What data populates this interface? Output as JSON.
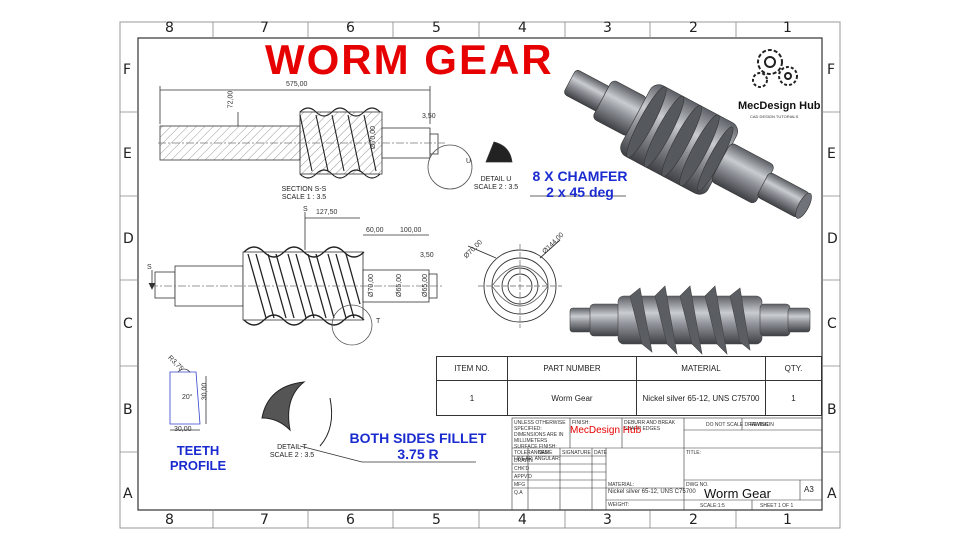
{
  "title": "WORM GEAR",
  "zones": {
    "columns": [
      "8",
      "7",
      "6",
      "5",
      "4",
      "3",
      "2",
      "1"
    ],
    "rows": [
      "F",
      "E",
      "D",
      "C",
      "B",
      "A"
    ]
  },
  "logo": {
    "name": "MecDesign Hub",
    "tagline": "CAD DESIGN TUTORIALS"
  },
  "views": {
    "section_label": "SECTION S-S",
    "section_scale": "SCALE 1 : 3.5",
    "detail_u_label": "DETAIL U",
    "detail_u_scale": "SCALE 2 : 3.5",
    "detail_t_label": "DETAIL T",
    "detail_t_scale": "SCALE 2 : 3.5",
    "detail_u_marker": "U",
    "detail_t_marker": "T",
    "section_marker_top": "S",
    "section_marker_left": "S"
  },
  "notes": {
    "chamfer_line1": "8 X CHAMFER",
    "chamfer_line2": "2 x 45 deg",
    "fillet_line1": "BOTH SIDES FILLET",
    "fillet_line2": "3.75 R",
    "teeth_profile": "TEETH PROFILE"
  },
  "dimensions": {
    "overall_length": "575,00",
    "tooth_height": "72,00",
    "top_right_step": "3,50",
    "top_dia": "Ø70,00",
    "offset": "127,50",
    "len_60": "60,00",
    "len_100": "100,00",
    "side_step": "3,50",
    "dia_70": "Ø70,00",
    "dia_65": "Ø65,00",
    "dia_65b": "Ø65,00",
    "end_dia_70": "Ø70,00",
    "end_dia_144": "Ø144,00",
    "profile_radius": "R3,75",
    "profile_angle": "20°",
    "profile_height": "30,00",
    "profile_width": "30,00"
  },
  "bom": {
    "headers": [
      "ITEM NO.",
      "PART NUMBER",
      "MATERIAL",
      "QTY."
    ],
    "rows": [
      [
        "1",
        "Worm Gear",
        "Nickel silver 65-12, UNS C75700",
        "1"
      ]
    ]
  },
  "title_block": {
    "company": "MecDesign Hub",
    "material": "Nickel silver 65-12, UNS C75700",
    "drawing_title": "Worm Gear",
    "size": "A3",
    "do_not_scale": "DO NOT SCALE DRAWING",
    "revision": "REVISION",
    "unless": "UNLESS OTHERWISE SPECIFIED: DIMENSIONS ARE IN MILLIMETERS SURFACE FINISH: TOLERANCES: LINEAR: ANGULAR:",
    "finish": "FINISH:",
    "deburr": "DEBURR AND BREAK SHARP EDGES",
    "name": "NAME",
    "signature": "SIGNATURE",
    "date": "DATE",
    "title_label": "TITLE:",
    "rows": [
      "DRAWN",
      "CHK'D",
      "APPV'D",
      "MFG",
      "Q.A"
    ],
    "material_label": "MATERIAL:",
    "weight": "WEIGHT:",
    "dwg_no": "DWG NO.",
    "scale": "SCALE:1:5",
    "sheet": "SHEET 1 OF 1"
  },
  "colors": {
    "title": "#e60000",
    "notes": "#1a2bd0",
    "line": "#333333",
    "metal": "#8a8d92"
  }
}
